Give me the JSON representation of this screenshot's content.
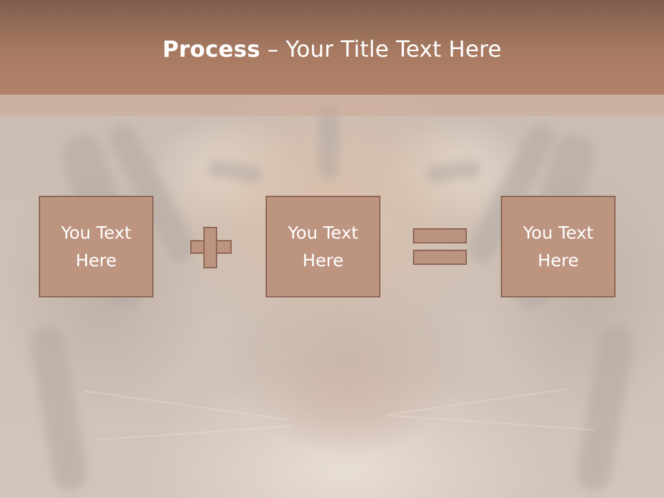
{
  "slide": {
    "title_bold": "Process",
    "title_rest": " – Your Title Text Here",
    "boxes": [
      {
        "line1": "You Text",
        "line2": "Here"
      },
      {
        "line1": "You Text",
        "line2": "Here"
      },
      {
        "line1": "You Text",
        "line2": "Here"
      }
    ],
    "operators": [
      "plus-icon",
      "equals-icon"
    ],
    "colors": {
      "title_bar": "#a87a62",
      "box_fill": "#bd9480",
      "box_border": "#8e6757",
      "text": "#ffffff"
    }
  }
}
